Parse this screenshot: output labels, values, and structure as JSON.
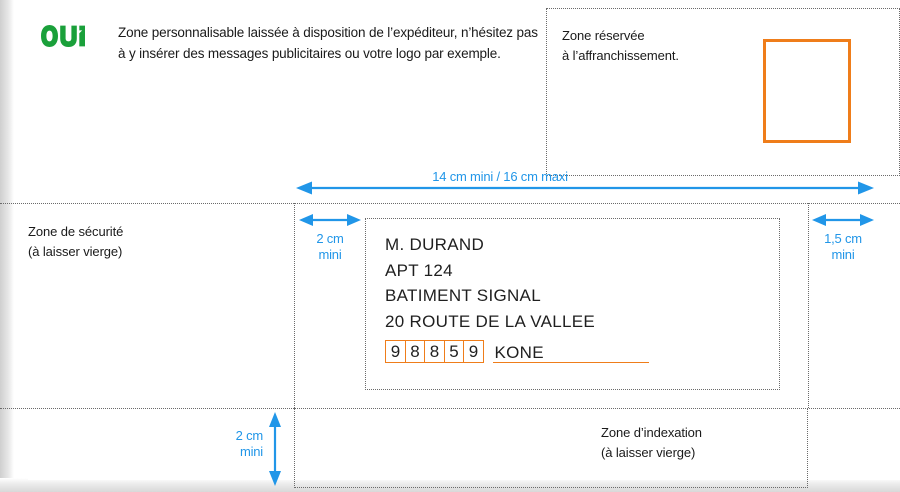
{
  "document": {
    "title": "Schema de mise en page d'une enveloppe postale",
    "brand_color": "#1aa03a",
    "accent_orange": "#ef7d1a",
    "dim_blue": "#2196e8",
    "text_color": "#1a1a1a"
  },
  "logo": {
    "text": "OUI",
    "icon": "oui-logo"
  },
  "blurb": {
    "line1": "Zone personnalisable laissée à disposition de l’expéditeur, n’hésitez pas",
    "line2": "à y insérer des messages publicitaires ou votre logo par exemple."
  },
  "zones": {
    "reservee": {
      "line1": "Zone réservée",
      "line2": "à l’affranchissement."
    },
    "securite": {
      "line1": "Zone de sécurité",
      "line2": "(à laisser vierge)"
    },
    "indexation": {
      "line1": "Zone d’indexation",
      "line2": "(à laisser vierge)"
    }
  },
  "stamp": {
    "label": "stamp-area"
  },
  "address": {
    "lines": [
      "M. DURAND",
      "APT 124",
      "BATIMENT SIGNAL",
      "20 ROUTE DE LA VALLEE"
    ],
    "postal_code_digits": [
      "9",
      "8",
      "8",
      "5",
      "9"
    ],
    "city": "KONE"
  },
  "dimensions": {
    "width_overall": "14 cm mini / 16 cm maxi",
    "left_margin": {
      "line1": "2 cm",
      "line2": "mini"
    },
    "right_margin": {
      "line1": "1,5 cm",
      "line2": "mini"
    },
    "bottom_margin": {
      "line1": "2 cm",
      "line2": "mini"
    }
  }
}
